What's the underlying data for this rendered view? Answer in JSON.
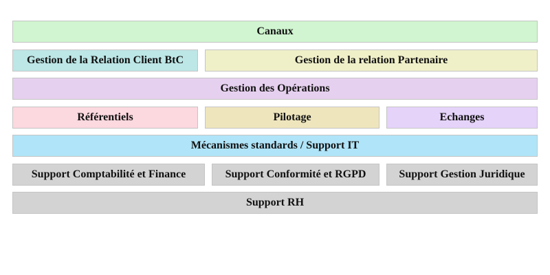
{
  "blocks": {
    "canaux": {
      "label": "Canaux",
      "color": "#d0f5d0"
    },
    "btc": {
      "label": "Gestion de la Relation Client BtC",
      "color": "#bde6e6"
    },
    "partenaire": {
      "label": "Gestion de la relation Partenaire",
      "color": "#eff0c8"
    },
    "operations": {
      "label": "Gestion des Opérations",
      "color": "#e6d0ef"
    },
    "referentiels": {
      "label": "Référentiels",
      "color": "#fcd8df"
    },
    "pilotage": {
      "label": "Pilotage",
      "color": "#eee5bd"
    },
    "echanges": {
      "label": "Echanges",
      "color": "#e5d3fa"
    },
    "it": {
      "label": "Mécanismes standards / Support IT",
      "color": "#b0e4f8"
    },
    "compta": {
      "label": "Support Comptabilité et Finance",
      "color": "#d3d3d3"
    },
    "conformite": {
      "label": "Support Conformité et RGPD",
      "color": "#d3d3d3"
    },
    "juridique": {
      "label": "Support Gestion Juridique",
      "color": "#d3d3d3"
    },
    "rh": {
      "label": "Support RH",
      "color": "#d3d3d3"
    }
  }
}
